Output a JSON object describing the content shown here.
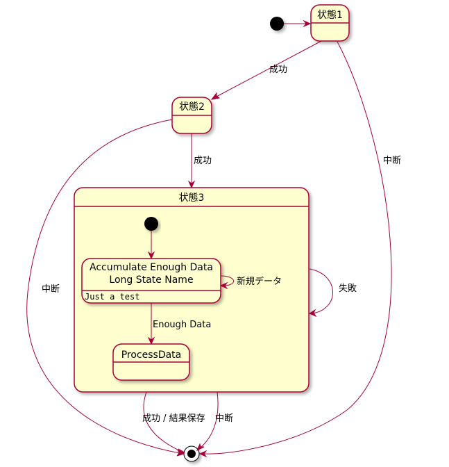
{
  "states": {
    "s1": {
      "label": "状態1"
    },
    "s2": {
      "label": "状態2"
    },
    "s3": {
      "label": "状態3"
    },
    "accumulate": {
      "label_line1": "Accumulate Enough Data",
      "label_line2": "Long State Name",
      "description": "Just a test"
    },
    "process": {
      "label": "ProcessData"
    }
  },
  "transitions": {
    "s1_to_s2": "成功",
    "s1_to_end": "中断",
    "s2_to_s3": "成功",
    "s2_to_end": "中断",
    "s3_self": "失敗",
    "accumulate_self": "新規データ",
    "accumulate_to_process": "Enough Data",
    "s3_to_end_success": "成功 / 結果保存",
    "s3_to_end_abort": "中断"
  },
  "colors": {
    "state_fill": "#FEFECE",
    "state_border": "#A80036",
    "arrow": "#A80036"
  }
}
